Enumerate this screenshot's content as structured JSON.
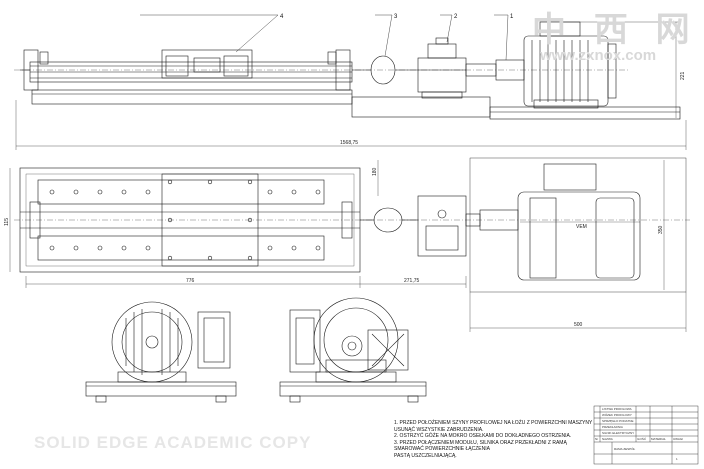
{
  "logo": {
    "text_cn": "中 西 网",
    "url": "www.zxnox.com"
  },
  "balloons": [
    "4",
    "3",
    "2",
    "1"
  ],
  "dimensions": {
    "overall_length": "1568,75",
    "motor_height": "221",
    "top_width": "180",
    "side_height": "115",
    "right_height": "350",
    "rail_length": "776",
    "coupling_length": "271,75",
    "bottom_length": "500"
  },
  "notes": [
    "1. PRZED POŁOŻENIEM SZYNY PROFILOWEJ NA ŁOŻU Z POWIERZCHNI MASZYNY USUNĄĆ WSZYSTKIE ZABRUDZENIA.",
    "2. OSTRZYĆ GÓŻE NA MOKRO OSEŁKAMI DO DOKŁADNEGO OSTRZENIA.",
    "3. PRZED POŁĄCZENIEM MODUŁU, SILNIKA ORAZ PRZEKŁADNI Z RAMĄ SMAROWAĆ POWIERZCHNIE ŁĄCZENIA",
    "PASTĄ USZCZELNIAJĄCĄ."
  ],
  "watermark": "SOLID EDGE ACADEMIC COPY",
  "motor_label": "VEM",
  "title_block": {
    "rows": [
      "LISTWA PROFILOWA",
      "WÓZEK PROFILOWY",
      "SPRZĘGŁO PODATNE",
      "PRZEKŁADNIA",
      "SILNIK ELEKTRYCZNY"
    ],
    "col_headers": [
      "Nr",
      "NAZWA",
      "ILOŚĆ",
      "MATERIAŁ",
      "UWAGI"
    ],
    "name": "RAMA ZESPÓŁ",
    "sheet": "1"
  }
}
